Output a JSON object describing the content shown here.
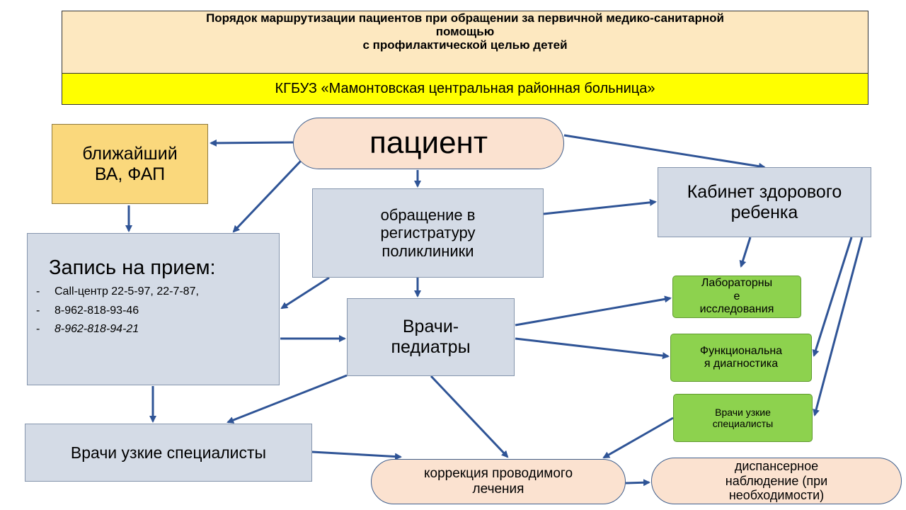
{
  "title": {
    "line1": "Порядок маршрутизации пациентов при обращении за первичной медико-санитарной",
    "line2": "помощью",
    "line3": "с профилактической целью детей"
  },
  "subtitle": "КГБУЗ «Мамонтовская центральная районная больница»",
  "nodes": {
    "patient": "пациент",
    "fap": [
      "ближайший",
      "ВА, ФАП"
    ],
    "registry": [
      "обращение в",
      "регистратуру",
      "поликлиники"
    ],
    "cabinet": [
      "Кабинет здорового",
      "ребенка"
    ],
    "appointment": {
      "head": "Запись на прием:",
      "items": [
        "Call-центр 22-5-97, 22-7-87,",
        "8-962-818-93-46",
        "8-962-818-94-21"
      ],
      "bullet": "-"
    },
    "pediatr": [
      "Врачи-",
      "педиатры"
    ],
    "narrow_left": "Врачи узкие специалисты",
    "correction": [
      "коррекция проводимого",
      "лечения"
    ],
    "dispensary": [
      "диспансерное",
      "наблюдение (при",
      "необходимости)"
    ],
    "lab": [
      "Лабораторны",
      "е",
      "исследования"
    ],
    "func": [
      "Функциональна",
      "я диагностика"
    ],
    "narrow_right": [
      "Врачи узкие",
      "специалисты"
    ]
  },
  "colors": {
    "title_bg": "#fde8c0",
    "subtitle_bg": "#ffff00",
    "box_blue": "#d4dbe6",
    "box_peach": "#fbe2d0",
    "box_green": "#8dd24e",
    "box_orange": "#fad87c",
    "arrow": "#2f5496"
  }
}
